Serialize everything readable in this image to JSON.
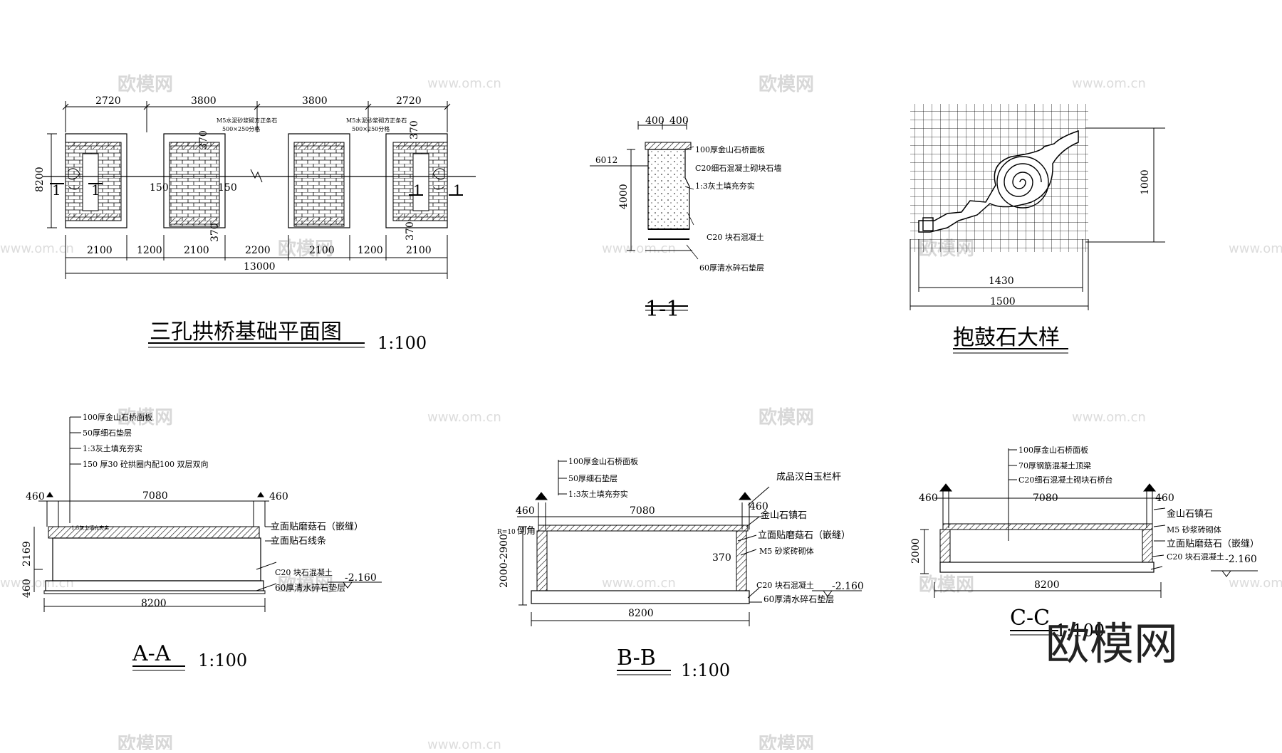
{
  "watermarks": {
    "logo": "欧模网",
    "url": "www.om.cn"
  },
  "brand_mark": "欧模网",
  "plan": {
    "title": "三孔拱桥基础平面图",
    "scale": "1:100",
    "top_dims": [
      "2720",
      "3800",
      "3800",
      "2720"
    ],
    "bottom_dims": [
      "2100",
      "1200",
      "2100",
      "2200",
      "2100",
      "1200",
      "2100"
    ],
    "total": "13000",
    "height": "8200",
    "side_dims": [
      "370",
      "370",
      "370",
      "370"
    ],
    "inner_dims": [
      "150",
      "150"
    ],
    "notes": [
      "M5水泥砂浆砌方正条石",
      "500×250分格"
    ],
    "section_marks": [
      "1",
      "1",
      "1",
      "1"
    ]
  },
  "section_1_1": {
    "title": "1-1",
    "top_dims": [
      "400",
      "400"
    ],
    "left_dim": "60",
    "left_dim2": "12",
    "height": "4000",
    "notes": [
      "100厚金山石桥面板",
      "C20细石混凝土砌块石墙",
      "1:3灰土填充夯实",
      "C20 块石混凝土",
      "60厚清水碎石垫层"
    ]
  },
  "drum_stone": {
    "title": "抱鼓石大样",
    "width_inner": "1430",
    "width_outer": "1500",
    "height": "1000"
  },
  "section_aa": {
    "title": "A-A",
    "scale": "1:100",
    "notes_top": [
      "100厚金山石桥面板",
      "50厚细石垫层",
      "1:3灰土填充夯实",
      "150 厚30 砼拱圈内配100  双层双向"
    ],
    "inner_note": "1:3灰土填充夯实",
    "notes_right": [
      "立面贴磨菇石（嵌缝）",
      "立面贴石线条",
      "C20 块石混凝土",
      "60厚清水碎石垫层"
    ],
    "span": "7080",
    "post_left": "460",
    "post_right": "460",
    "height": "2169",
    "base": "460",
    "total": "8200",
    "level": "-2.160"
  },
  "section_bb": {
    "title": "B-B",
    "scale": "1:100",
    "notes_top": [
      "100厚金山石桥面板",
      "50厚细石垫层",
      "1:3灰土填充夯实"
    ],
    "notes_right": [
      "成品汉白玉栏杆",
      "金山石镇石",
      "立面贴磨菇石（嵌缝）",
      "M5 砂浆砖砌体",
      "C20 块石混凝土",
      "60厚清水碎石垫层"
    ],
    "span": "7080",
    "post_left": "460",
    "post_right": "460",
    "chamfer": "倒角",
    "radius": "R=10",
    "height": "2000-2900",
    "wall": "370",
    "total": "8200",
    "level": "-2.160"
  },
  "section_cc": {
    "title": "C-C",
    "scale": "1:100",
    "notes_top": [
      "100厚金山石桥面板",
      "70厚钢筋混凝土顶梁",
      "C20细石混凝土砌块石桥台"
    ],
    "notes_right": [
      "金山石镇石",
      "M5 砂浆砖砌体",
      "立面贴磨菇石（嵌缝）",
      "C20 块石混凝土"
    ],
    "span": "7080",
    "post_left": "460",
    "post_right": "460",
    "height": "2000",
    "total": "8200",
    "level": "-2.160"
  }
}
